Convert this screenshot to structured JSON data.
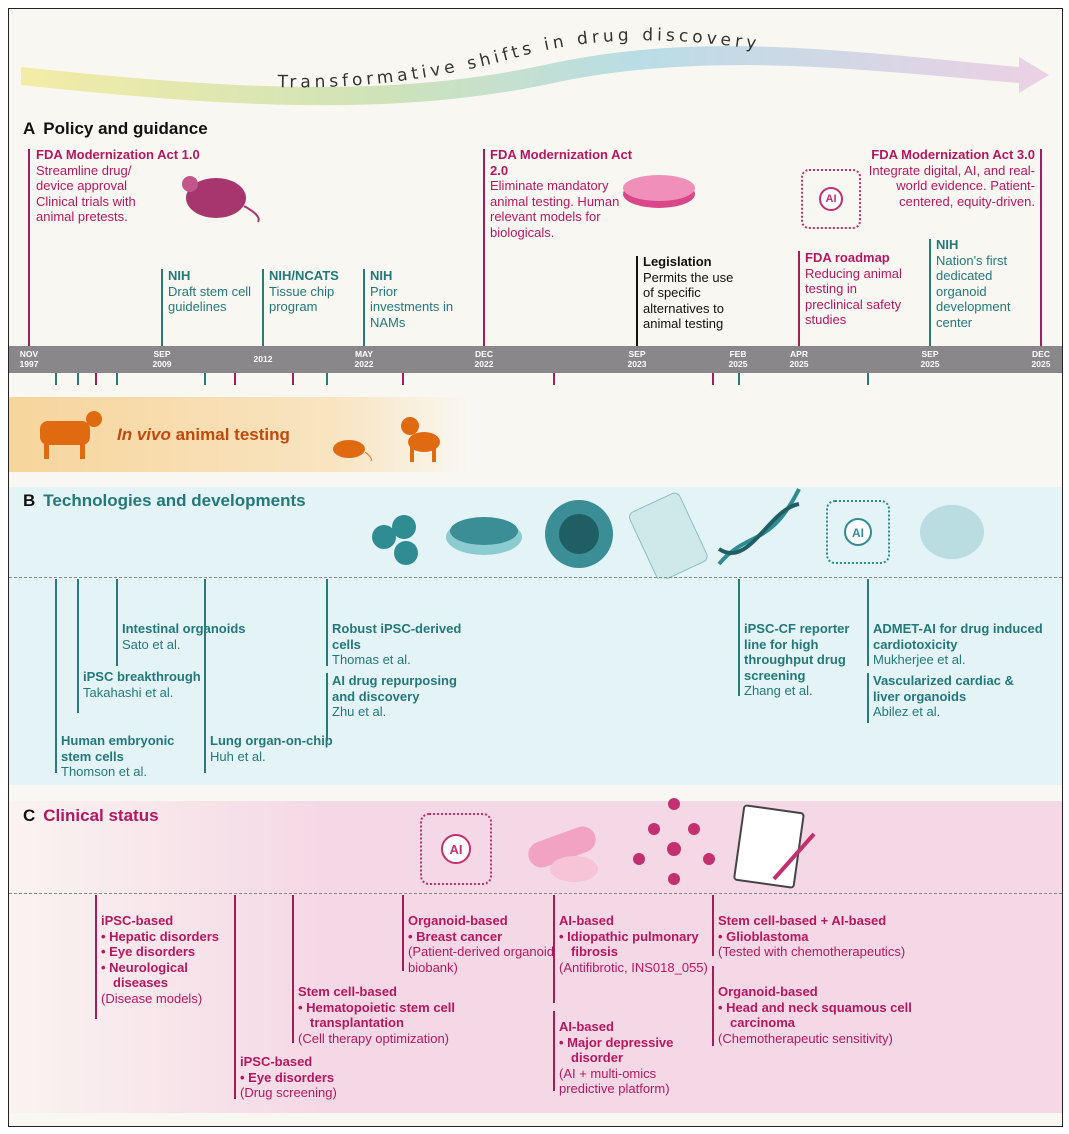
{
  "banner": {
    "title": "Transformative shifts in drug discovery"
  },
  "sectionA": {
    "letter": "A",
    "title": "Policy and guidance",
    "events": [
      {
        "title": "FDA Modernization Act 1.0",
        "body": "Streamline drug/ device approval Clinical trials with animal pretests."
      },
      {
        "title": "NIH",
        "body": "Draft stem cell guidelines"
      },
      {
        "title": "NIH/NCATS",
        "body": "Tissue chip program"
      },
      {
        "title": "NIH",
        "body": "Prior investments in NAMs"
      },
      {
        "title": "FDA Modernization Act 2.0",
        "body": "Eliminate mandatory animal testing. Human relevant models for biologicals."
      },
      {
        "title": "Legislation",
        "body": "Permits the use of specific alternatives to animal testing"
      },
      {
        "title": "FDA roadmap",
        "body": "Reducing animal testing in preclinical safety studies"
      },
      {
        "title": "NIH",
        "body": "Nation's first dedicated organoid development center"
      },
      {
        "title": "FDA Modernization Act 3.0",
        "body": "Integrate digital, AI, and real-world evidence. Patient-centered, equity-driven."
      }
    ]
  },
  "timeline": [
    {
      "m": "NOV",
      "y": "1997"
    },
    {
      "m": "SEP",
      "y": "2009"
    },
    {
      "m": "",
      "y": "2012"
    },
    {
      "m": "MAY",
      "y": "2022"
    },
    {
      "m": "DEC",
      "y": "2022"
    },
    {
      "m": "SEP",
      "y": "2023"
    },
    {
      "m": "FEB",
      "y": "2025"
    },
    {
      "m": "APR",
      "y": "2025"
    },
    {
      "m": "SEP",
      "y": "2025"
    },
    {
      "m": "DEC",
      "y": "2025"
    }
  ],
  "invivo": {
    "italic": "In vivo",
    "rest": " animal testing"
  },
  "ai_badge": "AI",
  "sectionB": {
    "letter": "B",
    "title": "Technologies and developments",
    "items": [
      {
        "title": "Human embryonic stem cells",
        "ref": "Thomson et al."
      },
      {
        "title": "iPSC breakthrough",
        "ref": "Takahashi et al."
      },
      {
        "title": "Intestinal organoids",
        "ref": "Sato et al."
      },
      {
        "title": "Lung organ-on-chip",
        "ref": "Huh et al."
      },
      {
        "title": "Robust iPSC-derived cells",
        "ref": "Thomas et al."
      },
      {
        "title": "AI drug repurposing and discovery",
        "ref": "Zhu et al."
      },
      {
        "title": "iPSC-CF reporter line for high throughput drug screening",
        "ref": "Zhang et al."
      },
      {
        "title": "ADMET-AI for drug induced cardiotoxicity",
        "ref": "Mukherjee et al."
      },
      {
        "title": "Vascularized cardiac & liver organoids",
        "ref": "Abilez et al."
      }
    ]
  },
  "sectionC": {
    "letter": "C",
    "title": "Clinical status",
    "items": [
      {
        "type": "iPSC-based",
        "bullets": [
          "Hepatic disorders",
          "Eye disorders",
          "Neurological diseases"
        ],
        "note": "(Disease models)"
      },
      {
        "type": "iPSC-based",
        "bullets": [
          "Eye disorders"
        ],
        "note": "(Drug screening)"
      },
      {
        "type": "Stem cell-based",
        "bullets": [
          "Hematopoietic stem cell transplantation"
        ],
        "note": "(Cell therapy optimization)"
      },
      {
        "type": "Organoid-based",
        "bullets": [
          "Breast cancer"
        ],
        "note": "(Patient-derived organoid biobank)"
      },
      {
        "type": "AI-based",
        "bullets": [
          "Idiopathic pulmonary fibrosis"
        ],
        "note": "(Antifibrotic, INS018_055)"
      },
      {
        "type": "AI-based",
        "bullets": [
          "Major depressive disorder"
        ],
        "note": "(AI + multi-omics predictive platform)"
      },
      {
        "type": "Stem cell-based + AI-based",
        "bullets": [
          "Glioblastoma"
        ],
        "note": "(Tested with chemotherapeutics)"
      },
      {
        "type": "Organoid-based",
        "bullets": [
          "Head and neck squamous cell carcinoma"
        ],
        "note": "(Chemotherapeutic sensitivity)"
      }
    ]
  },
  "colors": {
    "magenta": "#b5175f",
    "teal": "#23787a",
    "bar": "#8a878b",
    "blue_bg": "#e4f3f6",
    "pink_bg": "#f5d8e5"
  }
}
